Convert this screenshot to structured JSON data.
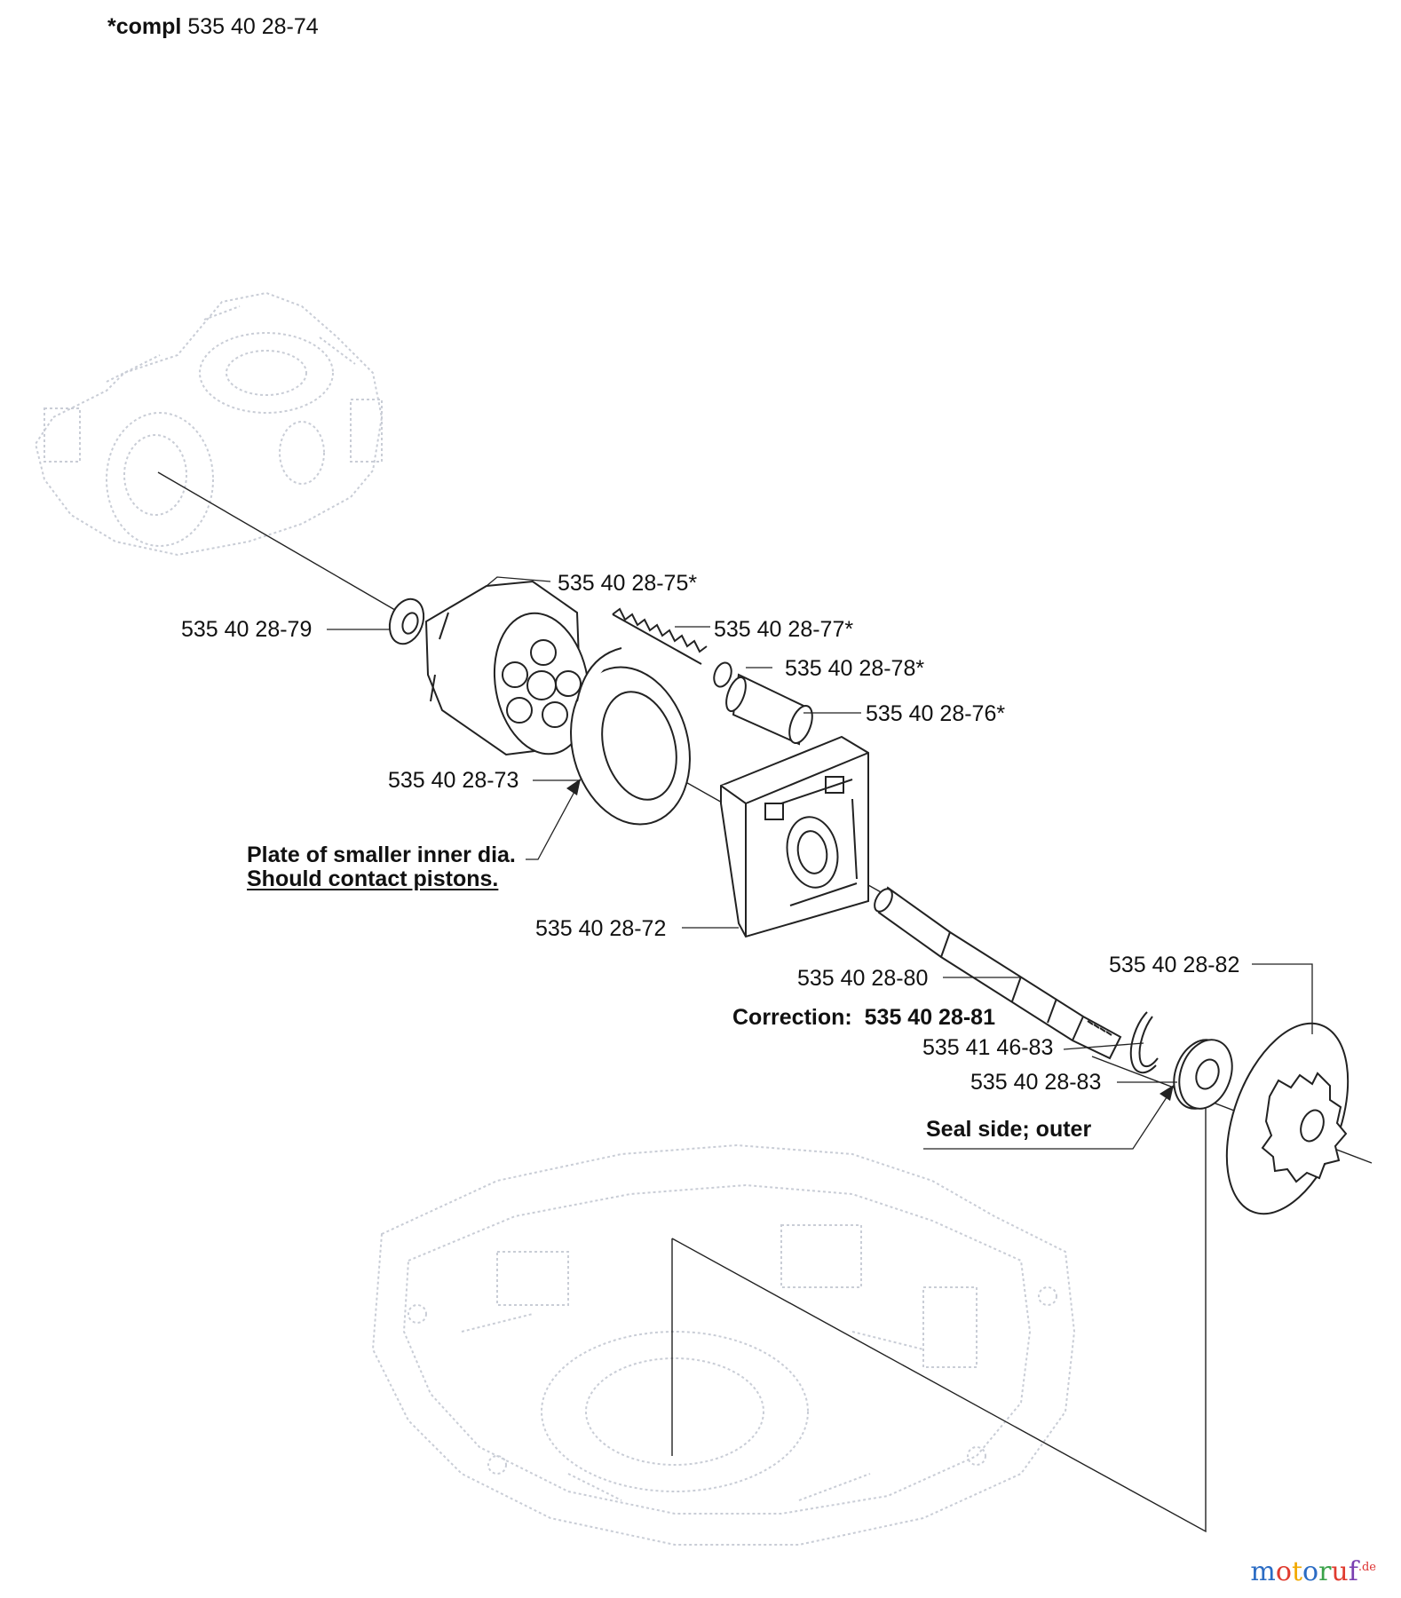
{
  "header": {
    "prefix": "*compl",
    "number": "535 40 28-74"
  },
  "labels": {
    "p75": "535 40 28-75*",
    "p79": "535 40 28-79",
    "p77": "535 40 28-77*",
    "p78": "535 40 28-78*",
    "p76": "535 40 28-76*",
    "p73": "535 40 28-73",
    "p72": "535 40 28-72",
    "p80": "535 40 28-80",
    "p82": "535 40 28-82",
    "p4683": "535 41 46-83",
    "p83": "535 40 28-83"
  },
  "notes": {
    "plate_line1": "Plate of smaller inner dia.",
    "plate_line2": "Should contact pistons.",
    "correction_prefix": "Correction:",
    "correction_value": "535 40 28-81",
    "seal": "Seal side; outer"
  },
  "watermark": {
    "letters": [
      "m",
      "o",
      "t",
      "o",
      "r",
      "u",
      "f"
    ],
    "suffix": ".de",
    "colors": [
      "#2b6cc4",
      "#e03b2f",
      "#f2a900",
      "#2b6cc4",
      "#3aa24a",
      "#e03b2f",
      "#7a3fb0"
    ]
  }
}
